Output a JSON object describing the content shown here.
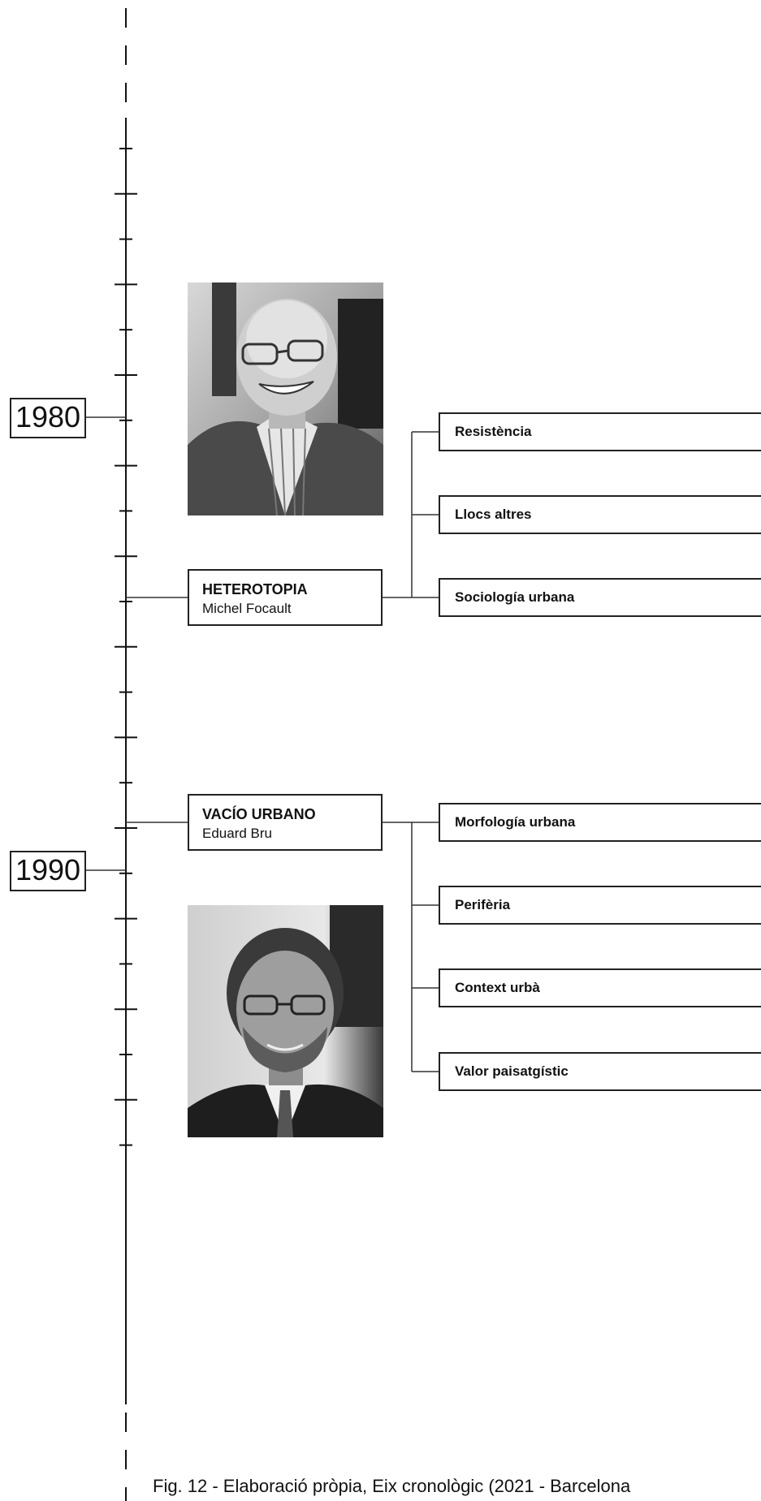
{
  "timeline": {
    "years": [
      {
        "label": "1980"
      },
      {
        "label": "1990"
      }
    ]
  },
  "concepts": [
    {
      "title": "HETEROTOPIA",
      "author": "Michel Focault",
      "tags": [
        "Resistència",
        "Llocs altres",
        "Sociología urbana"
      ],
      "photo_icon": "portrait-michel-foucault"
    },
    {
      "title": "VACÍO URBANO",
      "author": "Eduard Bru",
      "tags": [
        "Morfología urbana",
        "Perifèria",
        "Context urbà",
        "Valor paisatgístic"
      ],
      "photo_icon": "portrait-eduard-bru"
    }
  ],
  "caption": "Fig. 12 - Elaboració pròpia, Eix cronològic (2021 - Barcelona",
  "colors": {
    "line": "#111111",
    "photo_bg": "#2a2a2a",
    "photo_mid": "#8a8a8a",
    "photo_light": "#dcdcdc"
  }
}
